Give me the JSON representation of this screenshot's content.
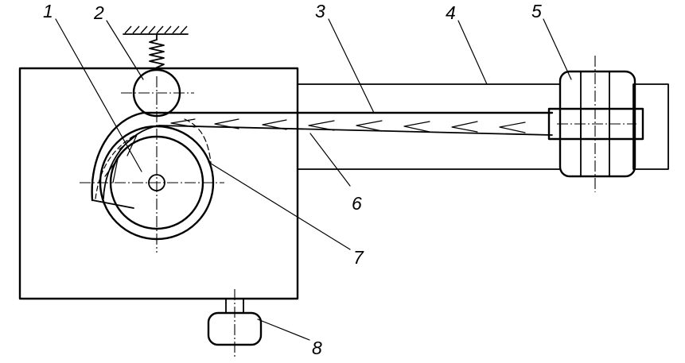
{
  "diagram": {
    "callouts": [
      {
        "id": "1",
        "text": "1"
      },
      {
        "id": "2",
        "text": "2"
      },
      {
        "id": "3",
        "text": "3"
      },
      {
        "id": "4",
        "text": "4"
      },
      {
        "id": "5",
        "text": "5"
      },
      {
        "id": "6",
        "text": "6"
      },
      {
        "id": "7",
        "text": "7"
      },
      {
        "id": "8",
        "text": "8"
      }
    ]
  },
  "colors": {
    "ink": "#000000",
    "paper": "#ffffff"
  }
}
